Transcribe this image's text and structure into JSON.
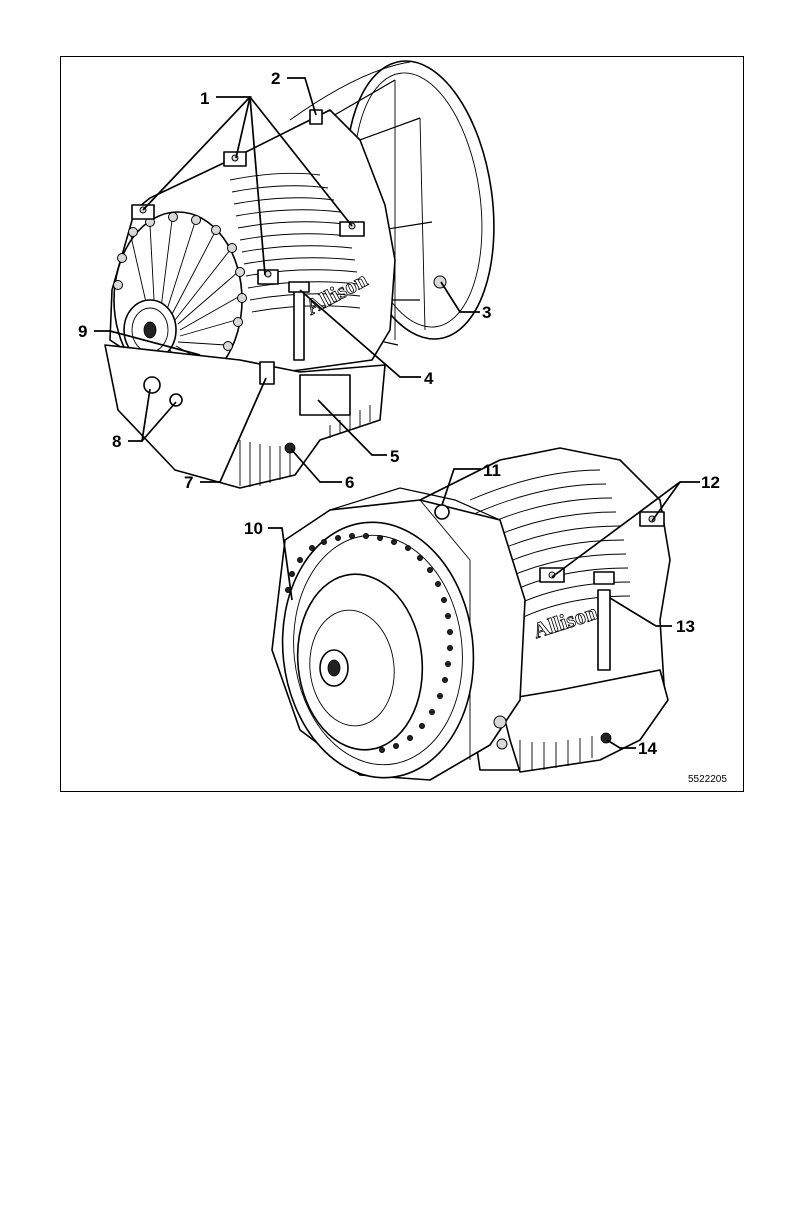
{
  "figure": {
    "id": "5522205",
    "brand_text_upper": "Allison",
    "brand_text_lower": "Allison"
  },
  "callouts": [
    "1",
    "2",
    "3",
    "4",
    "5",
    "6",
    "7",
    "8",
    "9",
    "10",
    "11",
    "12",
    "13",
    "14"
  ]
}
